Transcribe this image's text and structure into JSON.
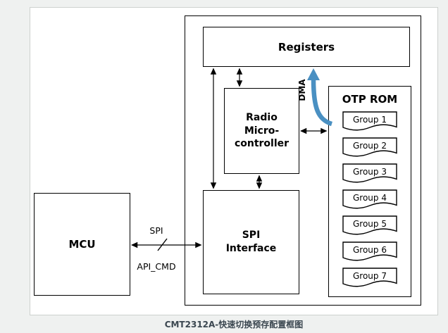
{
  "figure": {
    "caption": "CMT2312A-快速切换预存配置框图"
  },
  "blocks": {
    "registers": {
      "label": "Registers"
    },
    "radio": {
      "lines": [
        "Radio",
        "Micro-",
        "controller"
      ]
    },
    "spi_interface": {
      "lines": [
        "SPI",
        "Interface"
      ]
    },
    "mcu": {
      "label": "MCU"
    },
    "otp_rom": {
      "title": "OTP ROM",
      "groups": [
        "Group 1",
        "Group 2",
        "Group 3",
        "Group 4",
        "Group 5",
        "Group 6",
        "Group 7"
      ]
    }
  },
  "connections": {
    "spi_bus_label": "SPI",
    "api_cmd_label": "API_CMD",
    "dma_label": "DMA"
  },
  "colors": {
    "dma_arrow": "#4a90c2",
    "wire": "#000000"
  }
}
